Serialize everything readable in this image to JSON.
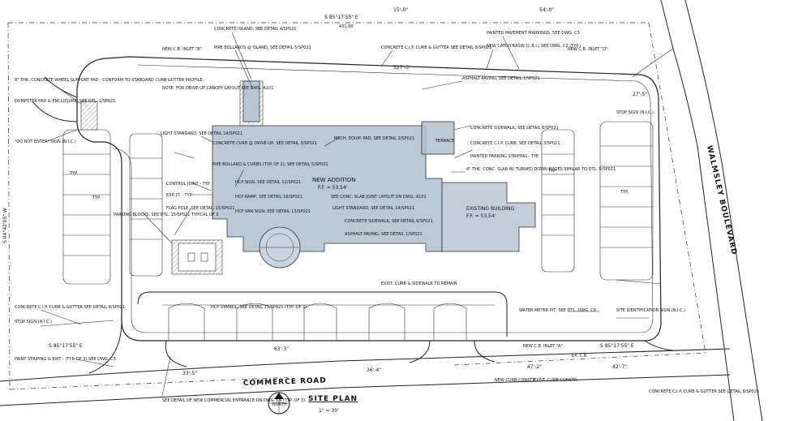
{
  "title": "SITE PLAN",
  "scale": "1\" = 30'",
  "roads": {
    "south": "COMMERCE ROAD",
    "east": "WALMSLEY BOULEVARD"
  },
  "north_arrow_label": "NORTH",
  "bearings": {
    "top": "S 85°17'55\" E",
    "top_sub": "431.06'",
    "bottom": "S 85°17'55\" E",
    "bottom_right": "S 85°17'55\" E",
    "left": "S 04°42'05\" W"
  },
  "dimensions": {
    "top1": "15'-0\"",
    "top2": "54'-0\"",
    "top3": "327'-3\"",
    "bottom1": "63'-3\"",
    "bottom2": "36'-4\"",
    "bottom3": "33'-5\"",
    "bottom4": "47'-2\"",
    "bottom5": "42'-7\"",
    "right1": "27'-5\""
  },
  "buildings": {
    "addition": "NEW ADDITION",
    "addition_ff": "F.F. = 53.54'",
    "existing": "EXISTING BUILDING",
    "existing_ff": "F.F. = 53.54'"
  },
  "callouts": [
    "CONCRETE ISLAND, SEE DETAIL 4/SP021",
    "PIPE BOLLARDS @ ISLAND, SEE DETAIL 5/SP021",
    "NOTE: FOR DRIVE-UP CANOPY LAYOUT SEE DWG. A101",
    "CONCRETE C.I.P. CURB & GUTTER SEE DETAIL 8/SP021",
    "PAINTED PAVEMENT MARKINGS, SEE DWG. C3",
    "NEW CATCH BASIN (C.B.I.) SEE DWG. C2 (TYP.)",
    "NEW C.B. INLET \"B\"",
    "NEW C.B. INLET \"D\"",
    "ASPHALT PAVING, SEE DETAIL 1/SP021",
    "8\" THK. CONCRETE WHEEL SUPPORT PAD - CONFORM TO STANDARD CURB GUTTER PROFILE",
    "DUMPSTER PAD & ENCLOSURE, SEE DTL. 1/SP021",
    "\"DO NOT ENTER\" SIGN (N.I.C.)",
    "LIGHT STANDARD, SEE DETAIL 14/SP021",
    "CONCRETE CURB @ DRIVE-UP, SEE DETAIL 3/SP021",
    "PIPE BOLLARD & CURBS (TYP. OF 2), SEE DETAIL 5/SP021",
    "MECH. EQUIP. PAD, SEE DETAIL 2/SP021",
    "TERRACE",
    "CONCRETE SIDEWALK, SEE DETAIL 6/SP021",
    "CONCRETE C.I.P. CURB, SEE DETAIL 3/SP021",
    "PAINTED PARKING STRIPING - TYP.",
    "4\" THK. CONC. SLAB W/ TURNED DOWN EDGES SIMILAR TO DTL. 5/SP021",
    "STOP SIGN (N.I.C.)",
    "CONTROL JOINT - TYP.",
    "EXP. JT. - TYP.",
    "HCP SIGN, SEE DETAIL 12/SP021",
    "HCP RAMP, SEE DETAIL 16/SP021",
    "HCP VAN SIGN, SEE DETAIL 13/SP021",
    "FLAG POLE, SEE DETAIL 15/SP021",
    "PARKING BLOCKS, SEE DTL. 15/SP021 TYPICAL OF 3",
    "SEE CONC. SLAB JOINT LAYOUT ON DWG. A101",
    "LIGHT STANDARD, SEE DETAIL 14/SP021",
    "CONCRETE SIDEWALK, SEE DETAIL 6/SP021",
    "ASPHALT PAVING, SEE DETAIL 1/SP021",
    "EXIST. CURB & SIDEWALK TO REMAIN",
    "CONCRETE C.I.P. CURB & GUTTER SEE DETAIL 8/SP021",
    "STOP SIGN (N.I.C.)",
    "HCP SYMBOL, SEE DETAIL 11/SP021 (TYP. OF 3)",
    "PAINT STRIPING & EXIT - (TYP. OF 3) SEE DWG. C3",
    "SEE DETAIL OF NEW COMMERCIAL ENTRANCE ON DWG. C6 (TYP. OF 3)",
    "WATER METER PIT, SEE DTL. DWG. C6",
    "SITE IDENTIFICATION SIGN (N.I.C.)",
    "NEW C.B. INLET \"A\"",
    "EX. C.B.",
    "NEW CURB CONSTR.",
    "EXIST. CURB CONSTR.",
    "CONCRETE C.I.P. CURB & GUTTER SEE DETAIL 8/SP021"
  ],
  "typ_label": "TYP."
}
